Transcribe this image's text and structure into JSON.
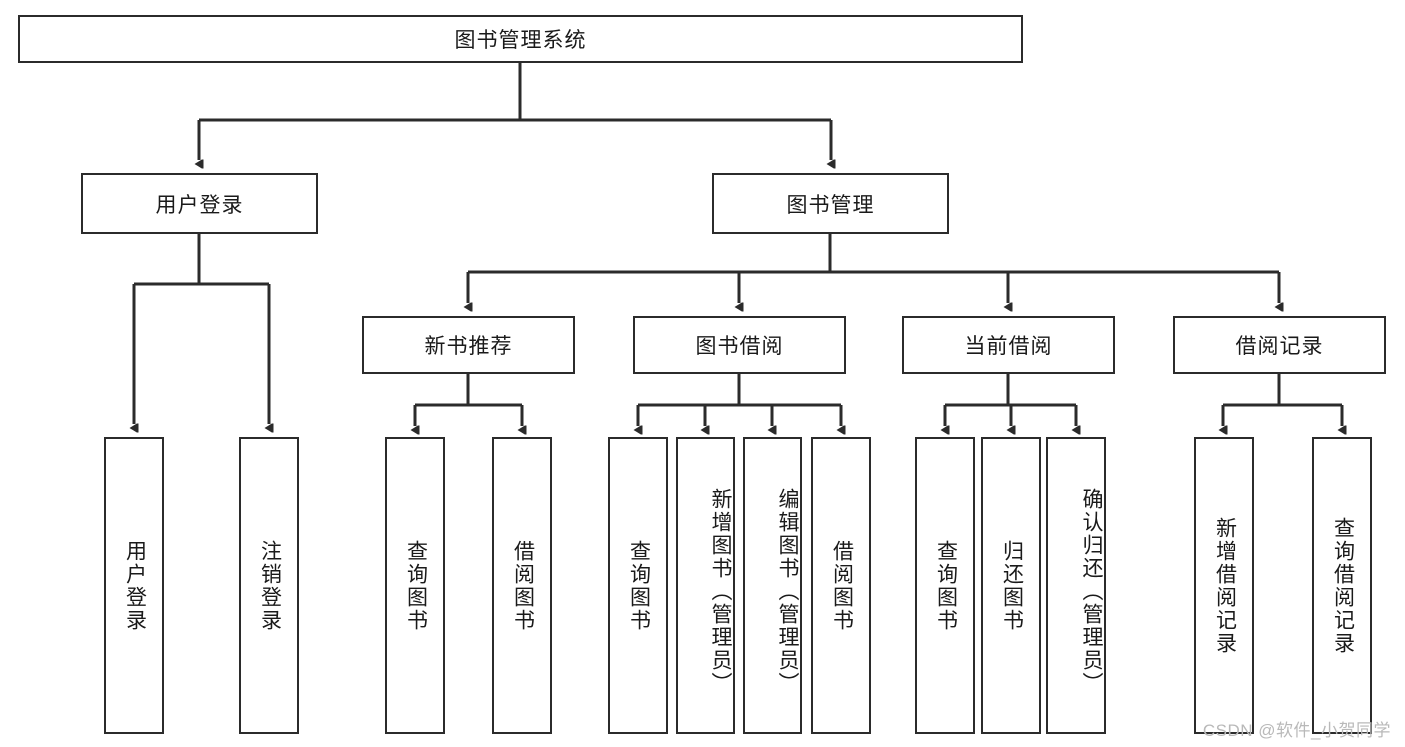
{
  "diagram": {
    "title": "图书管理系统",
    "type": "tree",
    "root": {
      "label": "图书管理系统"
    },
    "level2": [
      {
        "label": "用户登录"
      },
      {
        "label": "图书管理"
      }
    ],
    "level3": [
      {
        "label": "新书推荐"
      },
      {
        "label": "图书借阅"
      },
      {
        "label": "当前借阅"
      },
      {
        "label": "借阅记录"
      }
    ],
    "leaves": {
      "user_login": [
        {
          "label": "用户登录"
        },
        {
          "label": "注销登录"
        }
      ],
      "new_book": [
        {
          "label": "查询图书"
        },
        {
          "label": "借阅图书"
        }
      ],
      "borrow_book": [
        {
          "label": "查询图书"
        },
        {
          "label": "新增图书（管理员）"
        },
        {
          "label": "编辑图书（管理员）"
        },
        {
          "label": "借阅图书"
        }
      ],
      "current_borrow": [
        {
          "label": "查询图书"
        },
        {
          "label": "归还图书"
        },
        {
          "label": "确认归还（管理员）"
        }
      ],
      "borrow_record": [
        {
          "label": "新增借阅记录"
        },
        {
          "label": "查询借阅记录"
        }
      ]
    }
  },
  "watermark": {
    "text": "CSDN @软件_小贺同学"
  },
  "colors": {
    "stroke": "#2b2b2b",
    "background": "#ffffff",
    "text": "#1a1a1a",
    "watermark": "#b9b9b9"
  }
}
